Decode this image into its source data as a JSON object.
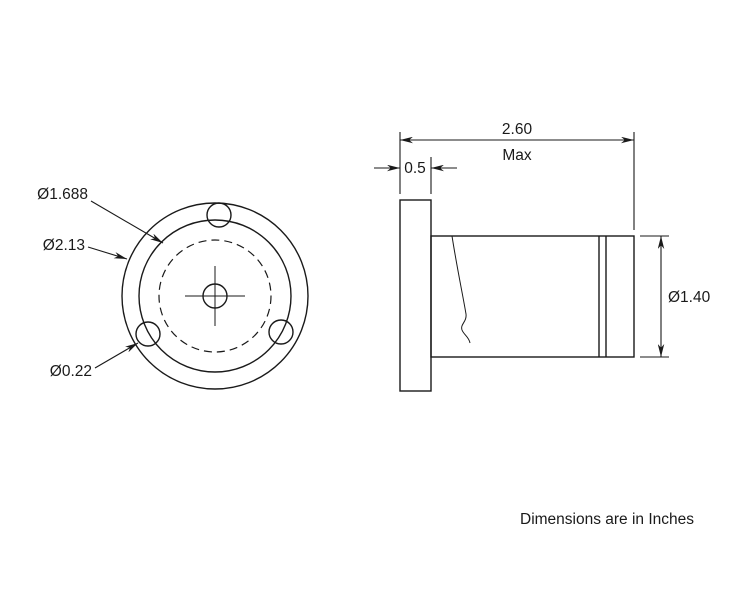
{
  "drawing": {
    "background": "#ffffff",
    "line_color": "#1a1a1a",
    "front_view": {
      "bolt_circle_label": "Ø1.688",
      "outer_diameter_label": "Ø2.13",
      "hole_diameter_label": "Ø0.22"
    },
    "side_view": {
      "overall_length_label": "2.60",
      "overall_length_note": "Max",
      "flange_width_label": "0.5",
      "body_diameter_label": "Ø1.40"
    },
    "footer_note": "Dimensions are in Inches"
  }
}
